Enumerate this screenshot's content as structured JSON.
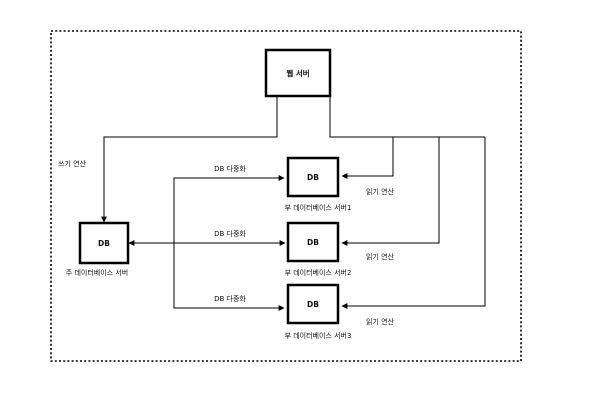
{
  "diagram": {
    "web_server": {
      "label": "웹 서버"
    },
    "primary": {
      "label": "DB",
      "caption": "주 데이터베이스 서버"
    },
    "replicas": [
      {
        "label": "DB",
        "caption": "부 데이터베이스 서버1"
      },
      {
        "label": "DB",
        "caption": "부 데이터베이스 서버2"
      },
      {
        "label": "DB",
        "caption": "부 데이터베이스 서버3"
      }
    ],
    "edges": {
      "write": "쓰기 연산",
      "replication": [
        "DB 다중화",
        "DB 다중화",
        "DB 다중화"
      ],
      "read": [
        "읽기 연산",
        "읽기 연산",
        "읽기 연산"
      ]
    }
  }
}
